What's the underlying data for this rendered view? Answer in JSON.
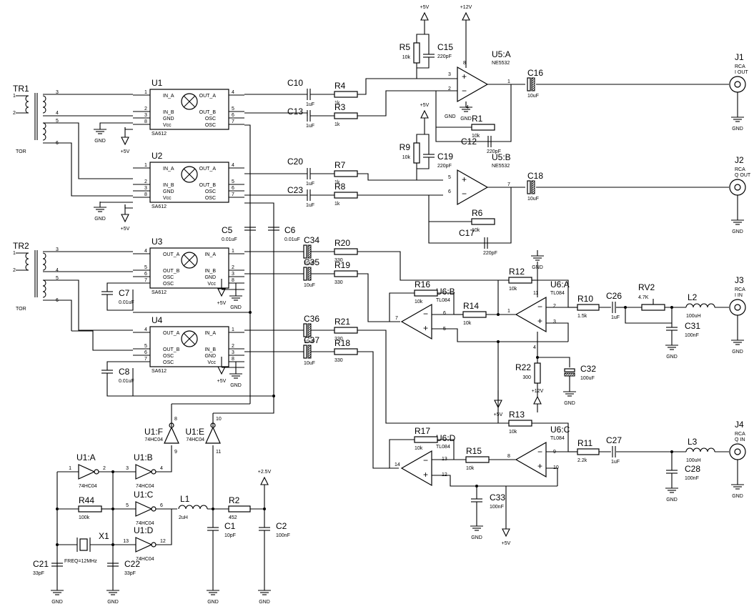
{
  "title": "",
  "transformers": [
    {
      "ref": "TR1",
      "sub": "TOR",
      "pins_left": [
        "1",
        "2"
      ],
      "pins_right": [
        "3",
        "4",
        "5",
        "6"
      ]
    },
    {
      "ref": "TR2",
      "sub": "TOR",
      "pins_left": [
        "1",
        "2"
      ],
      "pins_right": [
        "3",
        "4",
        "5",
        "6"
      ]
    }
  ],
  "mixers": [
    {
      "ref": "U1",
      "part": "SA612",
      "pins": [
        [
          "IN_A",
          "1"
        ],
        [
          "IN_B",
          "2"
        ],
        [
          "GND",
          "3"
        ],
        [
          "Vcc",
          "8"
        ],
        [
          "OUT_A",
          "4"
        ],
        [
          "OUT_B",
          "5"
        ],
        [
          "OSC",
          "6"
        ],
        [
          "OSC",
          "7"
        ]
      ]
    },
    {
      "ref": "U2",
      "part": "SA612",
      "pins": [
        [
          "IN_A",
          "1"
        ],
        [
          "IN_B",
          "2"
        ],
        [
          "GND",
          "3"
        ],
        [
          "Vcc",
          "8"
        ],
        [
          "OUT_A",
          "4"
        ],
        [
          "OUT_B",
          "5"
        ],
        [
          "OSC",
          "6"
        ],
        [
          "OSC",
          "7"
        ]
      ]
    },
    {
      "ref": "U3",
      "part": "SA612",
      "pins": [
        [
          "OUT_A",
          "4"
        ],
        [
          "OUT_B",
          "5"
        ],
        [
          "OSC",
          "6"
        ],
        [
          "OSC",
          "7"
        ],
        [
          "IN_A",
          "1"
        ],
        [
          "IN_B",
          "2"
        ],
        [
          "GND",
          "3"
        ],
        [
          "Vcc",
          "8"
        ]
      ]
    },
    {
      "ref": "U4",
      "part": "SA612",
      "pins": [
        [
          "OUT_A",
          "4"
        ],
        [
          "OUT_B",
          "5"
        ],
        [
          "OSC",
          "6"
        ],
        [
          "OSC",
          "7"
        ],
        [
          "IN_A",
          "1"
        ],
        [
          "IN_B",
          "2"
        ],
        [
          "GND",
          "3"
        ],
        [
          "Vcc",
          "8"
        ]
      ]
    }
  ],
  "opamps": [
    {
      "ref": "U5:A",
      "part": "NE5532",
      "pins": [
        "3",
        "2",
        "1",
        "8",
        "4"
      ]
    },
    {
      "ref": "U5:B",
      "part": "NE5532",
      "pins": [
        "5",
        "6",
        "7"
      ]
    },
    {
      "ref": "U6:A",
      "part": "TL084",
      "pins": [
        "2",
        "3",
        "1",
        "11",
        "4"
      ]
    },
    {
      "ref": "U6:B",
      "part": "TL084",
      "pins": [
        "6",
        "5",
        "7"
      ]
    },
    {
      "ref": "U6:C",
      "part": "TL084",
      "pins": [
        "9",
        "10",
        "8"
      ]
    },
    {
      "ref": "U6:D",
      "part": "TL084",
      "pins": [
        "13",
        "12",
        "14"
      ]
    }
  ],
  "inverters": [
    {
      "ref": "U1:A",
      "part": "74HC04",
      "pins": [
        "1",
        "2"
      ]
    },
    {
      "ref": "U1:B",
      "part": "74HC04",
      "pins": [
        "3",
        "4"
      ]
    },
    {
      "ref": "U1:C",
      "part": "74HC04",
      "pins": [
        "5",
        "6"
      ]
    },
    {
      "ref": "U1:D",
      "part": "74HC04",
      "pins": [
        "13",
        "12"
      ]
    },
    {
      "ref": "U1:E",
      "part": "74HC04",
      "pins": [
        "10",
        "11"
      ]
    },
    {
      "ref": "U1:F",
      "part": "74HC04",
      "pins": [
        "8",
        "9"
      ]
    }
  ],
  "resistors": [
    {
      "ref": "R1",
      "value": "10k"
    },
    {
      "ref": "R2",
      "value": "452"
    },
    {
      "ref": "R3",
      "value": "1k"
    },
    {
      "ref": "R4",
      "value": "1k"
    },
    {
      "ref": "R5",
      "value": "10k"
    },
    {
      "ref": "R6",
      "value": "10k"
    },
    {
      "ref": "R7",
      "value": "1k"
    },
    {
      "ref": "R8",
      "value": "1k"
    },
    {
      "ref": "R9",
      "value": "10k"
    },
    {
      "ref": "R10",
      "value": "1.5k"
    },
    {
      "ref": "R11",
      "value": "2.2k"
    },
    {
      "ref": "R12",
      "value": "10k"
    },
    {
      "ref": "R13",
      "value": "10k"
    },
    {
      "ref": "R14",
      "value": "10k"
    },
    {
      "ref": "R15",
      "value": "10k"
    },
    {
      "ref": "R16",
      "value": "10k"
    },
    {
      "ref": "R17",
      "value": "10k"
    },
    {
      "ref": "R18",
      "value": "330"
    },
    {
      "ref": "R19",
      "value": "330"
    },
    {
      "ref": "R20",
      "value": "330"
    },
    {
      "ref": "R21",
      "value": "330"
    },
    {
      "ref": "R22",
      "value": "300"
    },
    {
      "ref": "R44",
      "value": "100k"
    }
  ],
  "capacitors": [
    {
      "ref": "C1",
      "value": "10pF"
    },
    {
      "ref": "C2",
      "value": "100nF"
    },
    {
      "ref": "C5",
      "value": "0.01uF"
    },
    {
      "ref": "C6",
      "value": "0.01uF"
    },
    {
      "ref": "C7",
      "value": "0.01uF"
    },
    {
      "ref": "C8",
      "value": "0.01uF"
    },
    {
      "ref": "C10",
      "value": "1uF"
    },
    {
      "ref": "C12",
      "value": "220pF"
    },
    {
      "ref": "C13",
      "value": "1uF"
    },
    {
      "ref": "C15",
      "value": "220pF"
    },
    {
      "ref": "C16",
      "value": "10uF"
    },
    {
      "ref": "C17",
      "value": "220pF"
    },
    {
      "ref": "C18",
      "value": "10uF"
    },
    {
      "ref": "C19",
      "value": "220pF"
    },
    {
      "ref": "C20",
      "value": "1uF"
    },
    {
      "ref": "C21",
      "value": "33pF"
    },
    {
      "ref": "C22",
      "value": "33pF"
    },
    {
      "ref": "C23",
      "value": "1uF"
    },
    {
      "ref": "C26",
      "value": "1uF"
    },
    {
      "ref": "C27",
      "value": "1uF"
    },
    {
      "ref": "C28",
      "value": "100nF"
    },
    {
      "ref": "C31",
      "value": "100nF"
    },
    {
      "ref": "C32",
      "value": "100uF"
    },
    {
      "ref": "C33",
      "value": "100nF"
    },
    {
      "ref": "C34",
      "value": "10uF"
    },
    {
      "ref": "C35",
      "value": "10uF"
    },
    {
      "ref": "C36",
      "value": "10uF"
    },
    {
      "ref": "C37",
      "value": "10uF"
    }
  ],
  "inductors": [
    {
      "ref": "L1",
      "value": "2uH"
    },
    {
      "ref": "L2",
      "value": "100uH"
    },
    {
      "ref": "L3",
      "value": "100uH"
    }
  ],
  "pot": {
    "ref": "RV2",
    "value": "4.7K"
  },
  "crystal": {
    "ref": "X1",
    "value": "FREQ=12MHz"
  },
  "connectors": [
    {
      "ref": "J1",
      "l1": "RCA",
      "l2": "I OUT"
    },
    {
      "ref": "J2",
      "l1": "RCA",
      "l2": "Q OUT"
    },
    {
      "ref": "J3",
      "l1": "RCA",
      "l2": "I IN"
    },
    {
      "ref": "J4",
      "l1": "RCA",
      "l2": "Q IN"
    }
  ],
  "power": {
    "gnd": "GND",
    "p5": "+5V",
    "p12": "+12V",
    "p25": "+2.5V"
  }
}
